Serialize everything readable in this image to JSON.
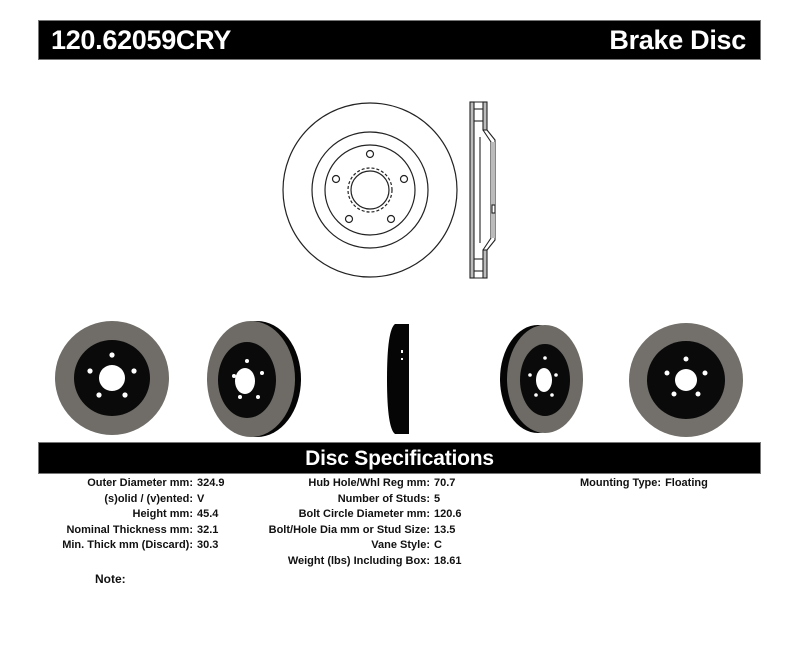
{
  "header": {
    "part_number": "120.62059CRY",
    "product_type": "Brake Disc"
  },
  "drawing": {
    "front_view": "technical-drawing-front",
    "side_view": "technical-drawing-cross-section"
  },
  "photos": [
    {
      "view": "front"
    },
    {
      "view": "angled-front"
    },
    {
      "view": "side-edge"
    },
    {
      "view": "angled-back"
    },
    {
      "view": "back"
    }
  ],
  "specs": {
    "title": "Disc Specifications",
    "column1": [
      {
        "label": "Outer Diameter mm:",
        "value": "324.9"
      },
      {
        "label": "(s)olid / (v)ented:",
        "value": "V"
      },
      {
        "label": "Height mm:",
        "value": "45.4"
      },
      {
        "label": "Nominal Thickness mm:",
        "value": "32.1"
      },
      {
        "label": "Min. Thick mm (Discard):",
        "value": "30.3"
      }
    ],
    "column2": [
      {
        "label": "Hub Hole/Whl Reg mm:",
        "value": "70.7"
      },
      {
        "label": "Number of Studs:",
        "value": "5"
      },
      {
        "label": "Bolt Circle Diameter mm:",
        "value": "120.6"
      },
      {
        "label": "Bolt/Hole Dia mm or Stud Size:",
        "value": "13.5"
      },
      {
        "label": "Vane Style:",
        "value": "C"
      },
      {
        "label": "Weight (lbs) Including Box:",
        "value": "18.61"
      }
    ],
    "column3": [
      {
        "label": "Mounting Type:",
        "value": "Floating"
      }
    ]
  },
  "note": {
    "label": "Note:",
    "text": ""
  },
  "colors": {
    "bar_bg": "#000000",
    "bar_text": "#ffffff",
    "rotor_face": "#6e6b66",
    "hat_black": "#0a0a0a"
  }
}
